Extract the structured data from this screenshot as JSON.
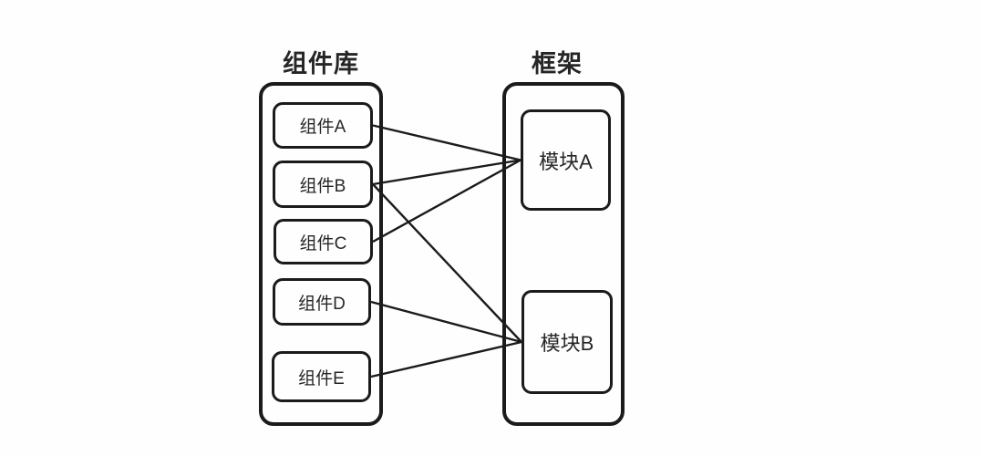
{
  "diagram": {
    "library": {
      "title": "组件库",
      "components": [
        {
          "id": "A",
          "label": "组件A"
        },
        {
          "id": "B",
          "label": "组件B"
        },
        {
          "id": "C",
          "label": "组件C"
        },
        {
          "id": "D",
          "label": "组件D"
        },
        {
          "id": "E",
          "label": "组件E"
        }
      ]
    },
    "framework": {
      "title": "框架",
      "modules": [
        {
          "id": "MA",
          "label": "模块A"
        },
        {
          "id": "MB",
          "label": "模块B"
        }
      ]
    },
    "connections": [
      {
        "from": "A",
        "to": "MA"
      },
      {
        "from": "B",
        "to": "MA"
      },
      {
        "from": "C",
        "to": "MA"
      },
      {
        "from": "B",
        "to": "MB"
      },
      {
        "from": "D",
        "to": "MB"
      },
      {
        "from": "E",
        "to": "MB"
      }
    ],
    "colors": {
      "line": "#1b1b1b",
      "text": "#262626",
      "background": "#fefefe"
    }
  }
}
